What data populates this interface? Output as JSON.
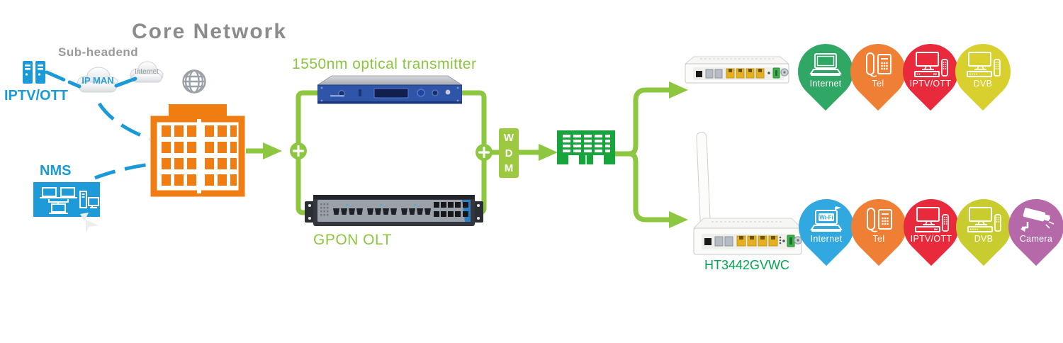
{
  "title": "Core Network",
  "left": {
    "sub_headend_label": "Sub-headend",
    "iptv_ott_label": "IPTV/OTT",
    "nms_label": "NMS",
    "clouds": {
      "ip_man": "IP MAN",
      "internet": "Internet"
    }
  },
  "middle": {
    "transmitter_label": "1550nm optical transmitter",
    "olt_label": "GPON OLT",
    "wdm": {
      "letters": [
        "W",
        "D",
        "M"
      ]
    }
  },
  "right": {
    "ont_model_label": "HT3442GVWC"
  },
  "services_top": {
    "items": [
      {
        "label": "Internet",
        "color": "#31a765",
        "icon": "laptop"
      },
      {
        "label": "Tel",
        "color": "#ef7f35",
        "icon": "telephone"
      },
      {
        "label": "IPTV/OTT",
        "color": "#e92a3c",
        "icon": "tv-settop-remote"
      },
      {
        "label": "DVB",
        "color": "#d7d02f",
        "icon": "tv-settop-remote"
      }
    ]
  },
  "services_bottom": {
    "wifi_label": "Wi-Fi",
    "items": [
      {
        "label": "Internet",
        "color": "#31a9e0",
        "icon": "laptop-wifi"
      },
      {
        "label": "Tel",
        "color": "#ef7f35",
        "icon": "telephone"
      },
      {
        "label": "IPTV/OTT",
        "color": "#e92a3c",
        "icon": "tv-settop-remote"
      },
      {
        "label": "DVB",
        "color": "#c9cc2e",
        "icon": "tv-settop-remote"
      },
      {
        "label": "Camera",
        "color": "#b669a9",
        "icon": "cctv-camera"
      }
    ]
  },
  "colors": {
    "line_green": "#8dc63f",
    "splitter_green": "#18a43c",
    "building_orange": "#f07d12",
    "accent_blue": "#1b9ad8",
    "title_gray": "#8b8b8b",
    "model_green": "#00a650"
  }
}
